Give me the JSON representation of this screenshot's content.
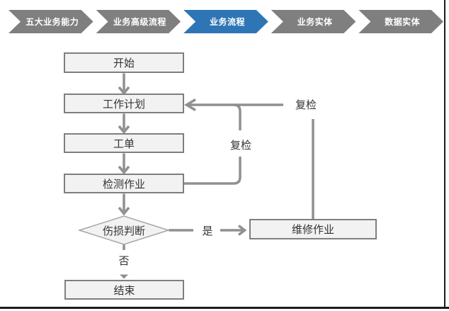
{
  "breadcrumb": {
    "items": [
      {
        "label": "五大业务能力",
        "active": false
      },
      {
        "label": "业务高级流程",
        "active": false
      },
      {
        "label": "业务流程",
        "active": true
      },
      {
        "label": "业务实体",
        "active": false
      },
      {
        "label": "数据实体",
        "active": false
      }
    ],
    "active_color": "#2E75B6",
    "inactive_color": "#7F7F7F"
  },
  "flowchart": {
    "nodes": {
      "start": "开始",
      "work_plan": "工作计划",
      "work_order": "工单",
      "inspection": "检测作业",
      "damage_decision": "伤损判断",
      "repair": "维修作业",
      "end": "结束"
    },
    "edge_labels": {
      "recheck_outer": "复检",
      "recheck_inner": "复检",
      "yes": "是",
      "no": "否"
    },
    "colors": {
      "node_fill": "#F2F2F2",
      "node_border": "#7F7F7F",
      "diamond_border": "#A6A6A6",
      "connector": "#909090"
    }
  }
}
